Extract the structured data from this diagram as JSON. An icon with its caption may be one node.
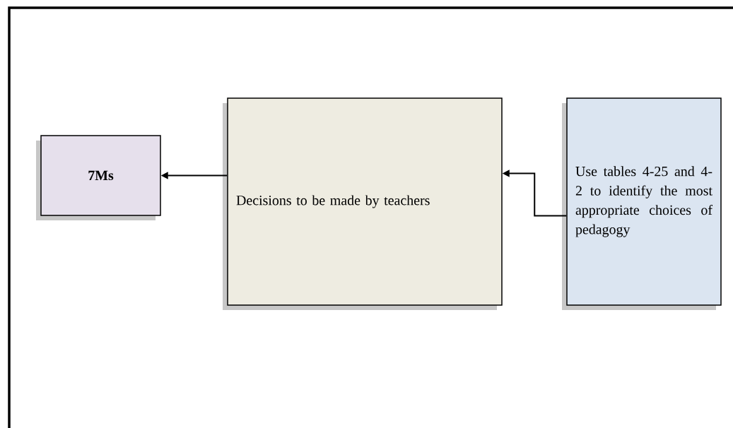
{
  "diagram": {
    "nodes": [
      {
        "text": [
          "7Ms"
        ]
      },
      {
        "text": [
          "Decisions to be made by teachers"
        ]
      },
      {
        "text": [
          "Use tables 4-25 and 4-2 to identify the most appropriate choices of pedagogy"
        ]
      }
    ],
    "edges": [
      {
        "from": 1,
        "to": 0,
        "arrow": "to"
      },
      {
        "from": 2,
        "to": 1,
        "arrow": "to"
      }
    ]
  }
}
